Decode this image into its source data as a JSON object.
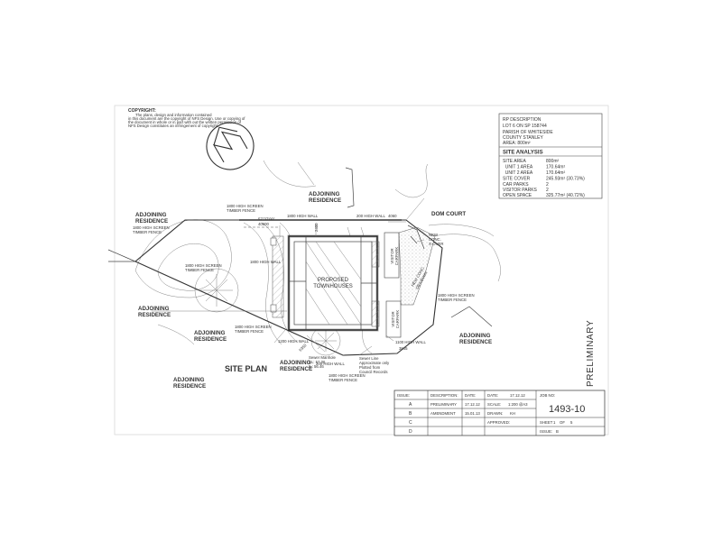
{
  "copyright": {
    "heading": "COPYRIGHT:",
    "lines": [
      "The plans, design and information contained",
      "in this document are the copyright of NFS Design. Use or copying of",
      "the document in whole or in part with out the written permission of",
      "NFS Design constitutes an infringement of copyright."
    ]
  },
  "rp_description": {
    "heading": "RP DESCRIPTION",
    "lines": [
      "LOT 6 ON SP 158744",
      "PARISH OF WHITESIDE",
      "COUNTY STANLEY",
      "AREA: 800m²"
    ]
  },
  "site_analysis": {
    "heading": "SITE ANALYSIS",
    "rows": [
      {
        "label": "SITE AREA",
        "value": "800m²"
      },
      {
        "label": "  UNIT 1 AREA",
        "value": "170.64m²"
      },
      {
        "label": "  UNIT 2 AREA",
        "value": "170.64m²"
      },
      {
        "label": "SITE COVER",
        "value": "245.93m² (30.73%)"
      },
      {
        "label": "CAR PARKS",
        "value": "2"
      },
      {
        "label": "VISITOR PARKS",
        "value": "2"
      },
      {
        "label": "OPEN SPACE",
        "value": "325.77m² (40.72%)"
      }
    ]
  },
  "plan_labels": {
    "street": "DOM COURT",
    "title": "SITE PLAN",
    "building": [
      "PROPOSED",
      "TOWNHOUSES"
    ],
    "adjoining": "ADJOINING RESIDENCE",
    "adjoining_lines": [
      "ADJOINING",
      "RESIDENCE"
    ],
    "fence": [
      "1800 HIGH SCREEN",
      "TIMBER FENCE"
    ],
    "wall_1800": "1800 HIGH WALL",
    "wall_200": "200 HIGH WALL",
    "wall_1200": "1200 HIGH WALL",
    "wall_1100": "1100 HIGH WALL",
    "visitor_carpark": [
      "VISITOR",
      "CARPARK"
    ],
    "crossover": [
      "NEW",
      "CONC.",
      "X-OVER"
    ],
    "new_conc_driveway": [
      "NEW CONC.",
      "DRIVEWAY"
    ],
    "sewer": [
      "Sewer Line",
      "Approximate only",
      "Plotted from",
      "Council Records"
    ],
    "sewer_manhole": [
      "Sewer Manhole",
      "SL: 57.06",
      "IL: 56.46"
    ],
    "bearing": "57°37'00\"",
    "dim_40": "40600",
    "dim_2400": "2400",
    "dim_4060": "4060",
    "dim_3845": "3845",
    "dim_6350": "6350",
    "stamp": "PRELIMINARY"
  },
  "title_block": {
    "headers": {
      "issue": "ISSUE:",
      "description": "DESCRIPTION:",
      "date": "DATE:"
    },
    "issues": [
      {
        "issue": "A",
        "description": "PRELIMINARY",
        "date": "17.12.12"
      },
      {
        "issue": "B",
        "description": "AMENDMENT",
        "date": "15.01.13"
      },
      {
        "issue": "C",
        "description": "",
        "date": ""
      },
      {
        "issue": "D",
        "description": "",
        "date": ""
      }
    ],
    "date_label": "DATE:",
    "date_value": "17.12.12",
    "scale_label": "SCALE:",
    "scale_value": "1:200 @A3",
    "drawn_label": "DRAWN:",
    "drawn_value": "KH",
    "approved_label": "APPROVED:",
    "job_label": "JOB NO:",
    "job_no": "1493-10",
    "sheet_label": "SHEET",
    "sheet_no": "1",
    "sheet_of": "OF",
    "sheet_total": "5",
    "issue_label": "ISSUE:",
    "issue_value": "B"
  },
  "colors": {
    "line": "#444444",
    "paper": "#ffffff",
    "border": "#d8d8d8"
  },
  "icons": [
    "north-arrow-icon"
  ]
}
